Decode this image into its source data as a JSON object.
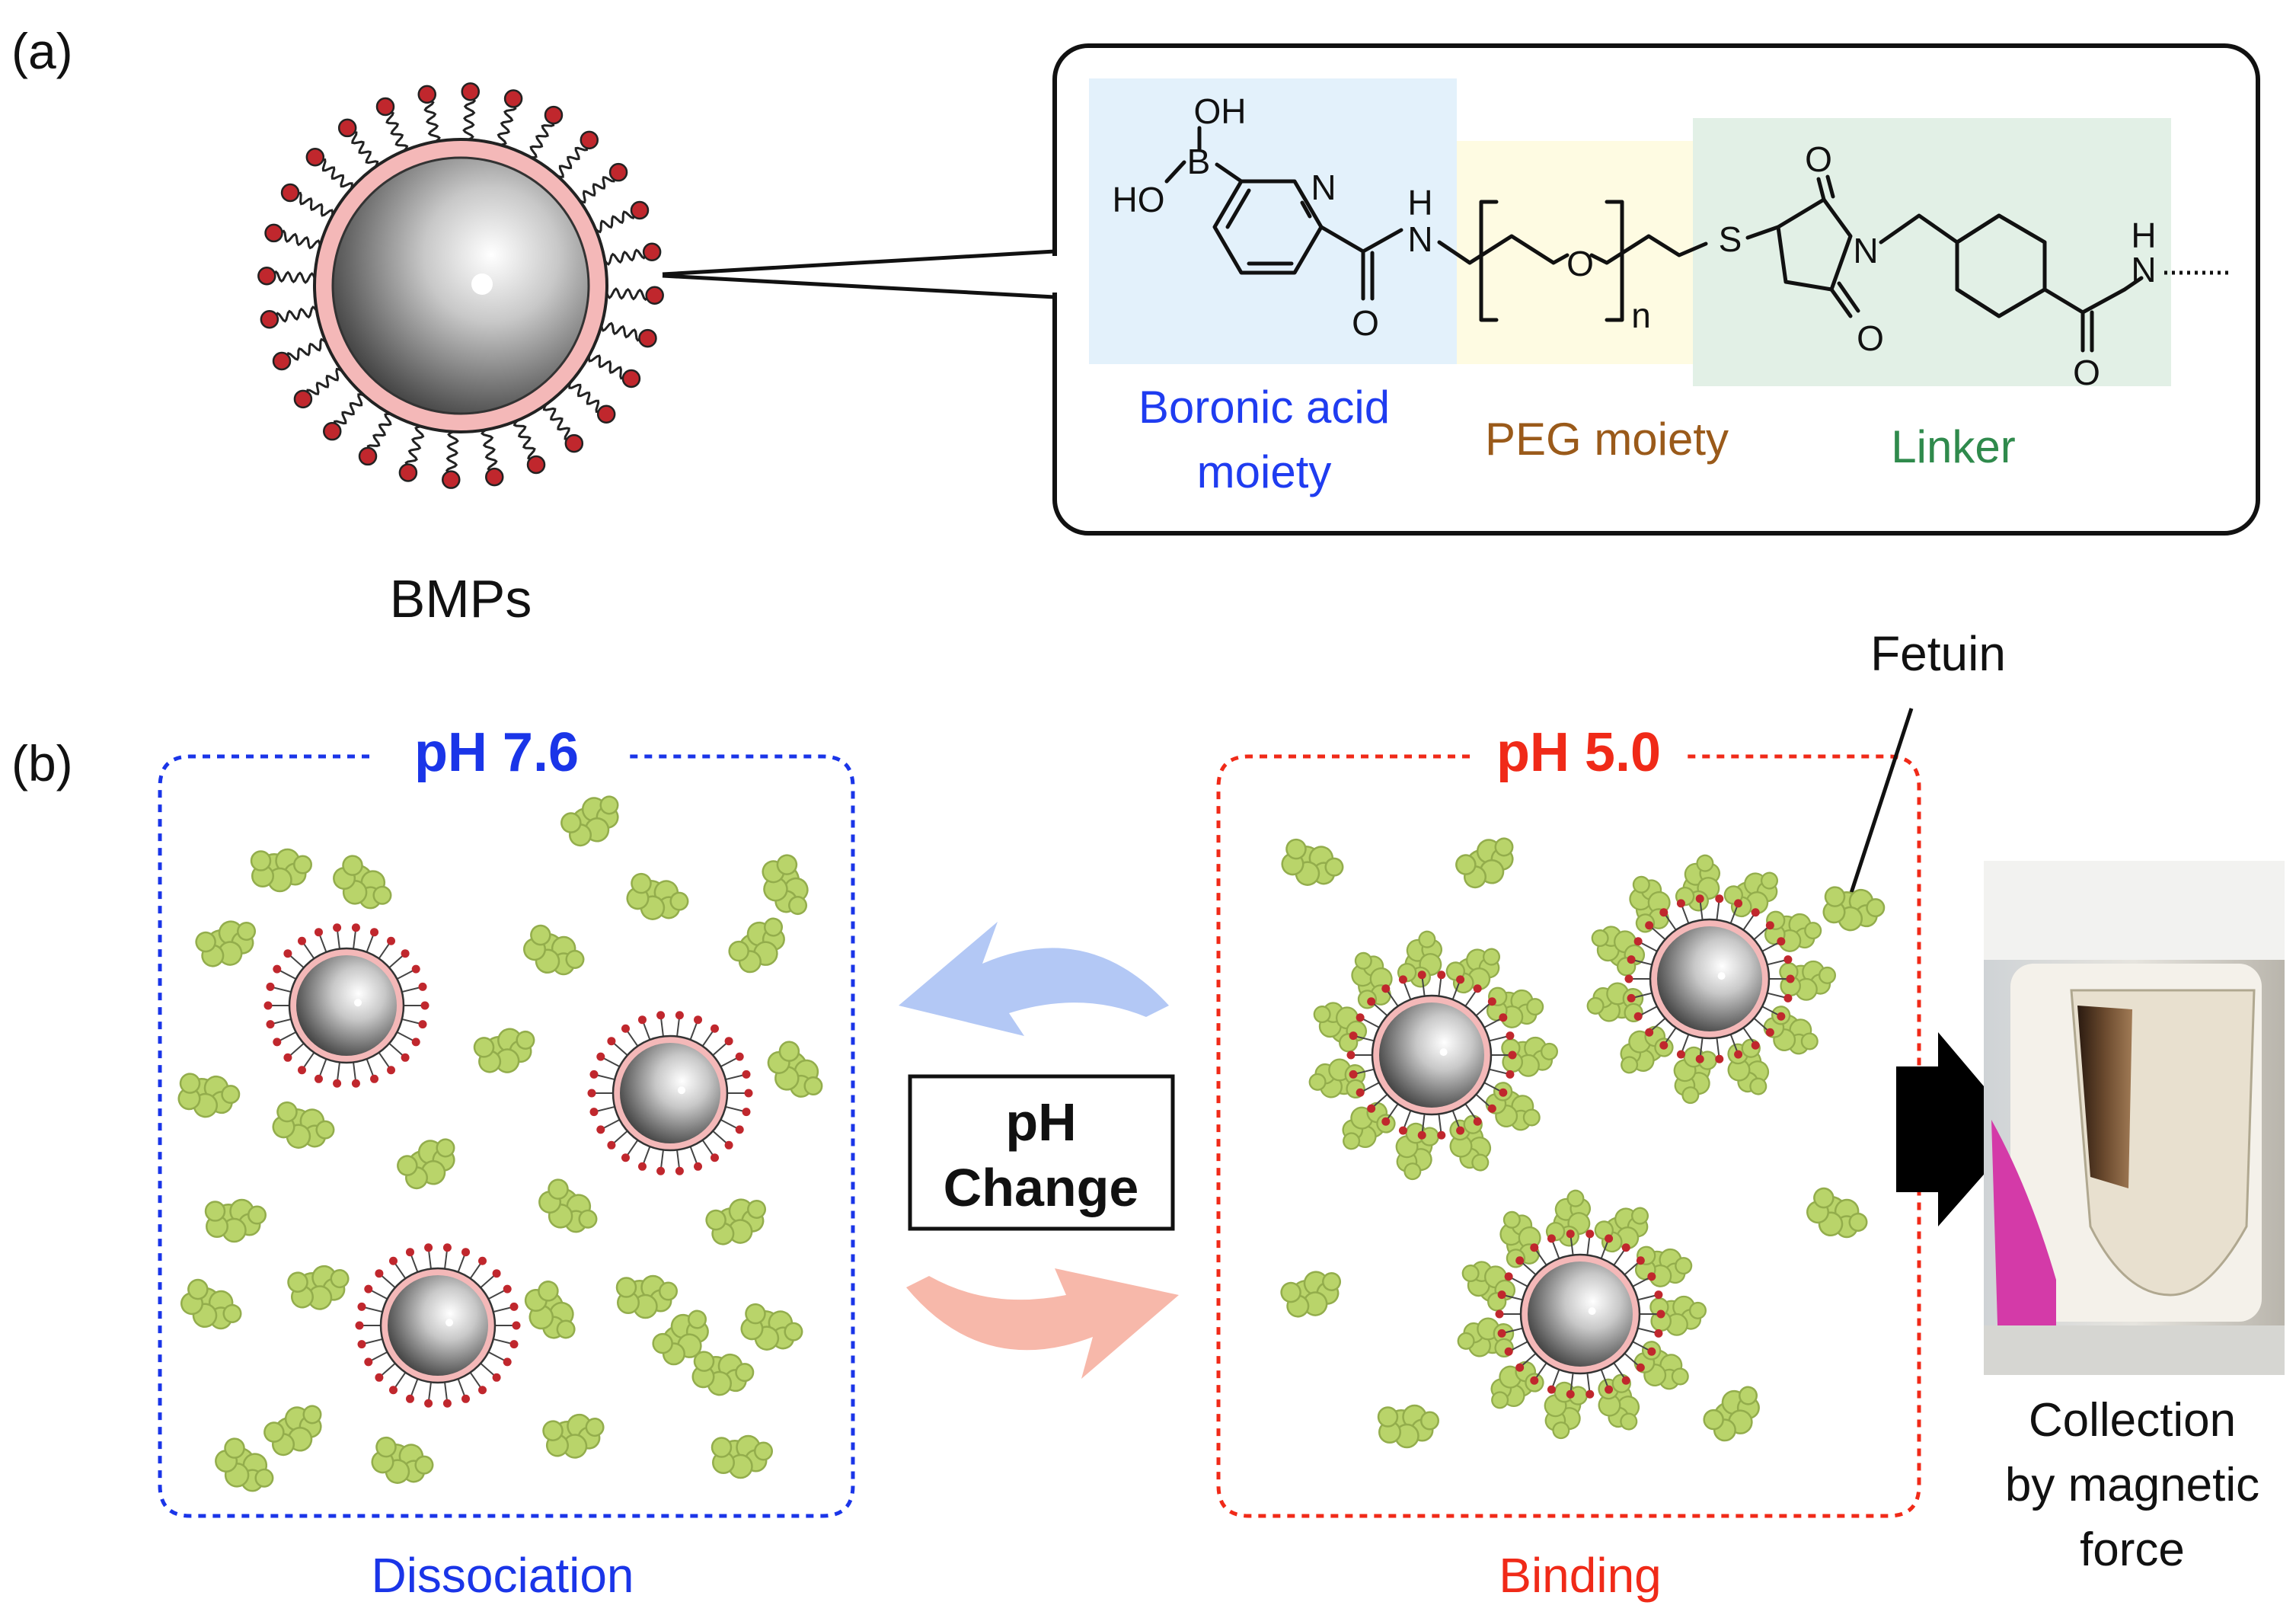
{
  "panel_a": {
    "label": "(a)",
    "particle_label": "BMPs",
    "structure": {
      "atoms": {
        "oh": "OH",
        "b": "B",
        "ho": "HO",
        "n_ring": "N",
        "nh_n": "N",
        "nh_h": "H",
        "o1": "O",
        "o_peg": "O",
        "n_sub": "n",
        "s": "S",
        "n_succ": "N",
        "o_top": "O",
        "o_bot": "O",
        "o4": "O",
        "nh2_h": "H",
        "nh2_n": "N"
      },
      "groups": [
        {
          "label_line1": "Boronic acid",
          "label_line2": "moiety",
          "color": "#1f3cf0",
          "background": "#e3f1fb"
        },
        {
          "label_line1": "PEG moiety",
          "color": "#9a5a1a",
          "background": "#fefbe2"
        },
        {
          "label_line1": "Linker",
          "color": "#2f8a4c",
          "background": "#e2f0e6"
        }
      ]
    }
  },
  "panel_b": {
    "label": "(b)",
    "left_state": {
      "ph_label": "pH 7.6",
      "caption": "Dissociation",
      "color": "#1a35e8"
    },
    "right_state": {
      "ph_label": "pH 5.0",
      "caption": "Binding",
      "color": "#f02a18"
    },
    "center_box": {
      "line1": "pH",
      "line2": "Change"
    },
    "protein_label": "Fetuin",
    "collection_caption": {
      "line1": "Collection",
      "line2": "by magnetic",
      "line3": "force"
    },
    "colors": {
      "up_arrow": "#b3c8f5",
      "down_arrow": "#f7b8aa",
      "protein": "#b9d46a",
      "ligand": "#c0272d",
      "shell": "#f4b8b8"
    }
  }
}
